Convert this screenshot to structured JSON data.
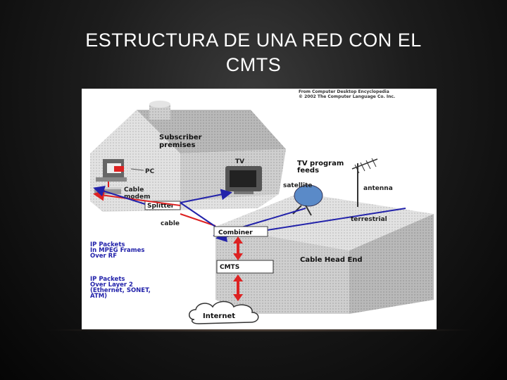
{
  "slide": {
    "title_line1": "ESTRUCTURA DE UNA RED CON EL",
    "title_line2": "CMTS"
  },
  "diagram": {
    "credit_line1": "From Computer Desktop Encyclopedia",
    "credit_line2": "© 2002 The Computer Language Co. Inc.",
    "subscriber_line1": "Subscriber",
    "subscriber_line2": "premises",
    "tv": "TV",
    "pc": "PC",
    "cable_modem_line1": "Cable",
    "cable_modem_line2": "modem",
    "splitter": "Splitter",
    "cable": "cable",
    "tv_feeds_line1": "TV program",
    "tv_feeds_line2": "feeds",
    "satellite": "satellite",
    "antenna": "antenna",
    "terrestrial": "terrestrial",
    "combiner": "Combiner",
    "cmts": "CMTS",
    "head_end": "Cable Head End",
    "ip_rf_line1": "IP Packets",
    "ip_rf_line2": "In MPEG Frames",
    "ip_rf_line3": "Over RF",
    "ip_l2_line1": "IP Packets",
    "ip_l2_line2": "Over Layer 2",
    "ip_l2_line3": "(Ethernet, SONET,",
    "ip_l2_line4": "ATM)",
    "internet": "Internet"
  },
  "colors": {
    "signal_blue": "#2222aa",
    "signal_red": "#dd2222",
    "building_gray": "#c8c8c8"
  }
}
